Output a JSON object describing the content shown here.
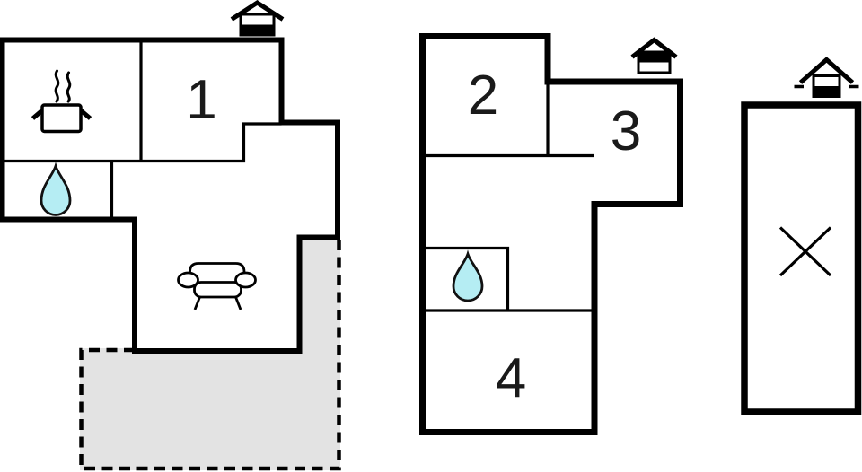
{
  "document": {
    "type": "holiday-home-floor-plan",
    "background": "#ffffff"
  },
  "colors": {
    "wall": "#000000",
    "water_drop": "#b5edf3",
    "terrace": "#e3e3e3",
    "steam": "#8a8a8a",
    "room_number": "#1a1a1a"
  },
  "rooms": {
    "r1": {
      "label": "1"
    },
    "r2": {
      "label": "2"
    },
    "r3": {
      "label": "3"
    },
    "r4": {
      "label": "4"
    }
  },
  "icons": {
    "main_building_level": "house-ground-floor-icon",
    "annex_building_level": "house-upper-floor-icon",
    "outbuilding_level": "house-ground-floor-icon",
    "kitchen": "hotplate-steam-icon",
    "bathroom_main": "water-drop-icon",
    "bathroom_annex": "water-drop-icon",
    "living_room": "sofa-icon",
    "outbuilding_mark": "cross-icon",
    "terrace": "dashed-terrace-area"
  }
}
